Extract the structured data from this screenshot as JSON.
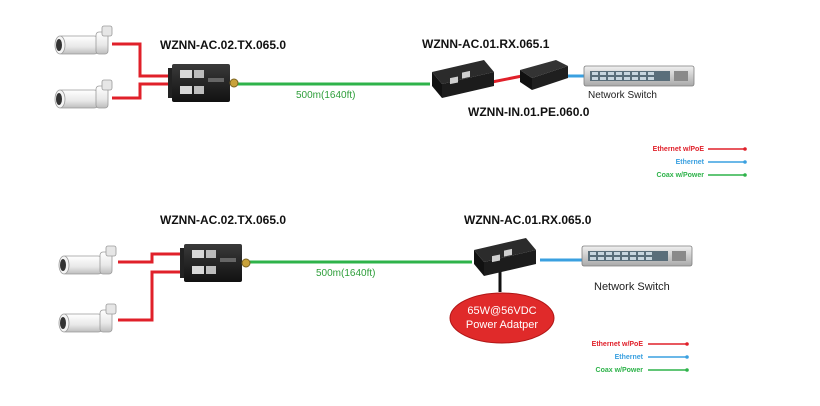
{
  "colors": {
    "poe": "#e0202a",
    "ethernet": "#3aa0e0",
    "coax": "#2eb34a",
    "adapter": "#e02a2a"
  },
  "diagram_top": {
    "tx_label": "WZNN-AC.02.TX.065.0",
    "rx_label": "WZNN-AC.01.RX.065.1",
    "injector_label": "WZNN-IN.01.PE.060.0",
    "distance": "500m(1640ft)",
    "switch_label": "Network Switch",
    "legend": [
      {
        "label": "Ethernet w/PoE",
        "color_key": "poe"
      },
      {
        "label": "Ethernet",
        "color_key": "ethernet"
      },
      {
        "label": "Coax w/Power",
        "color_key": "coax"
      }
    ]
  },
  "diagram_bottom": {
    "tx_label": "WZNN-AC.02.TX.065.0",
    "rx_label": "WZNN-AC.01.RX.065.0",
    "distance": "500m(1640ft)",
    "switch_label": "Network Switch",
    "adapter_line1": "65W@56VDC",
    "adapter_line2": "Power Adatper",
    "legend": [
      {
        "label": "Ethernet w/PoE",
        "color_key": "poe"
      },
      {
        "label": "Ethernet",
        "color_key": "ethernet"
      },
      {
        "label": "Coax w/Power",
        "color_key": "coax"
      }
    ]
  }
}
